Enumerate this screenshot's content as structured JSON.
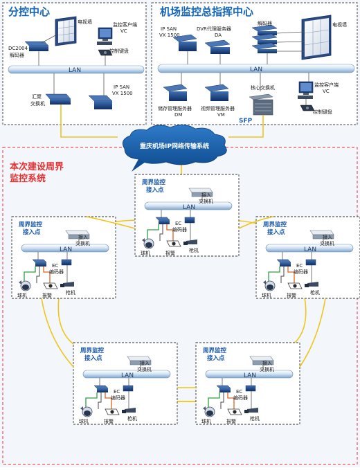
{
  "branch_center": {
    "title": "分控中心",
    "video_wall": "电视墙",
    "monitor_client_1": "监控客户端",
    "monitor_client_2": "VC",
    "control_keyboard": "控制键盘",
    "decoder_1": "DC2004",
    "decoder_2": "解码器",
    "lan": "LAN",
    "agg_switch_1": "汇聚",
    "agg_switch_2": "交换机",
    "ipsan_1": "IP SAN",
    "ipsan_2": "VX 1500"
  },
  "main_center": {
    "title": "机场监控总指挥中心",
    "ipsan_1": "IP SAN",
    "ipsan_2": "VX 1500",
    "dvr_proxy_1": "DVR代理服务器",
    "dvr_proxy_2": "DA",
    "decoder": "解码器",
    "video_wall": "电视墙",
    "lan": "LAN",
    "storage_mgr_1": "储存管理服务器",
    "storage_mgr_2": "DM",
    "video_mgr_1": "视频管理服务器",
    "video_mgr_2": "VM",
    "core_switch": "核心交换机",
    "sfp": "SFP",
    "monitor_client_1": "监控客户端",
    "monitor_client_2": "VC",
    "control_keyboard": "控制键盘"
  },
  "network": {
    "cloud_label": "重庆机场IP网络传输系统"
  },
  "perimeter": {
    "title_line1": "本次建设周界",
    "title_line2": "监控系统"
  },
  "site": {
    "title_line1": "周界监控",
    "title_line2": "接入点",
    "switch_1": "接入",
    "switch_2": "交换机",
    "lan": "LAN",
    "encoder_1": "EC",
    "encoder_2": "编码器",
    "dome_camera": "球机",
    "alarm": "报警",
    "gun_camera": "枪机"
  }
}
